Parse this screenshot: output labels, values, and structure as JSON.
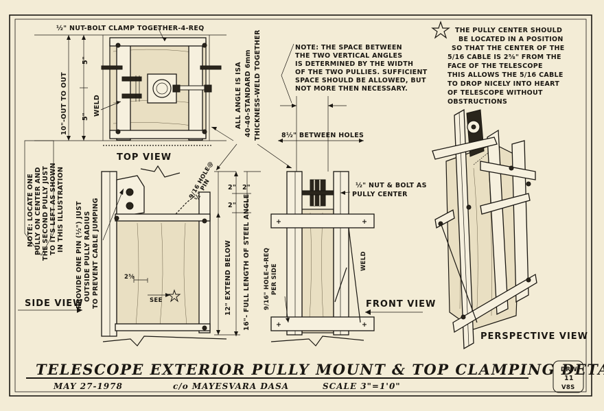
{
  "title": "TELESCOPE EXTERIOR PULLY MOUNT & TOP CLAMPING DETAILS",
  "date": "MAY 27-1978",
  "author": "c/o MAYESVARA DASA",
  "scale": "SCALE 3\"=1'0\"",
  "drawing_number": {
    "line1": "DRW.",
    "line2": "11",
    "line3": "V8S"
  },
  "views": {
    "top": "TOP VIEW",
    "side": "SIDE VIEW",
    "front": "FRONT VIEW",
    "perspective": "PERSPECTIVE VIEW"
  },
  "labels": {
    "clamp": "½\" NUT-BOLT CLAMP TOGETHER-4-REQ",
    "dim_5_top": "5\"",
    "dim_5_bot": "5\"",
    "dim_out": "10\"-OUT TO OUT",
    "weld": "WELD",
    "weld2": "WELD",
    "angle_line1": "ALL ANGLE IS ISA",
    "angle_line2": "40-40-STANDARD 6mm",
    "angle_line3": "THICKNESS-WELD TOGETHER",
    "between_holes": "8½\" BETWEEN HOLES",
    "nut_bolt_line1": "½\" NUT & BOLT AS",
    "nut_bolt_line2": "PULLY CENTER",
    "hole_line1": "9/16 HOLE@",
    "hole_line2": "½\" PIN",
    "dim_2a": "2\"",
    "dim_2b": "2\"",
    "dim_2c": "2\"",
    "extend_below": "12\" EXTEND BELOW",
    "full_length": "16\"- FULL LENGTH OF STEEL ANGLE",
    "hole_req_line1": "9/16\" HOLE-4-REQ",
    "hole_req_line2": "PER SIDE",
    "dim_2_5": "2⅝",
    "see": "SEE",
    "pin_note_line1": "PROVIDE ONE PIN (½\") JUST",
    "pin_note_line2": "OUTSIDE PULLY RADIUS",
    "pin_note_line3": "TO PREVENT CABLE JUMPING",
    "locate_line1": "NOTE: LOCATE ONE",
    "locate_line2": "PULLY ON CENTER AND",
    "locate_line3": "THE SECOND PULLY JUST",
    "locate_line4": "TO IT'S LEFT AS SHOWN",
    "locate_line5": "IN THIS ILLUSTRATION"
  },
  "notes": {
    "space": [
      "NOTE: THE SPACE BETWEEN",
      "THE TWO VERTICAL ANGLES",
      "IS DETERMINED BY THE WIDTH",
      "OF THE TWO PULLIES. SUFFICIENT",
      "SPACE SHOULD BE ALLOWED, BUT",
      "NOT MORE THEN NECESSARY."
    ],
    "star": [
      "THE PULLY CENTER SHOULD",
      "BE LOCATED IN A POSITION",
      "SO THAT THE CENTER OF THE",
      "5/16 CABLE IS 2⅝\" FROM THE",
      "FACE OF THE TELESCOPE",
      "THIS ALLOWS THE 5/16 CABLE",
      "TO DROP NICELY INTO HEART",
      "OF TELESCOPE WITHOUT",
      "OBSTRUCTIONS"
    ]
  }
}
